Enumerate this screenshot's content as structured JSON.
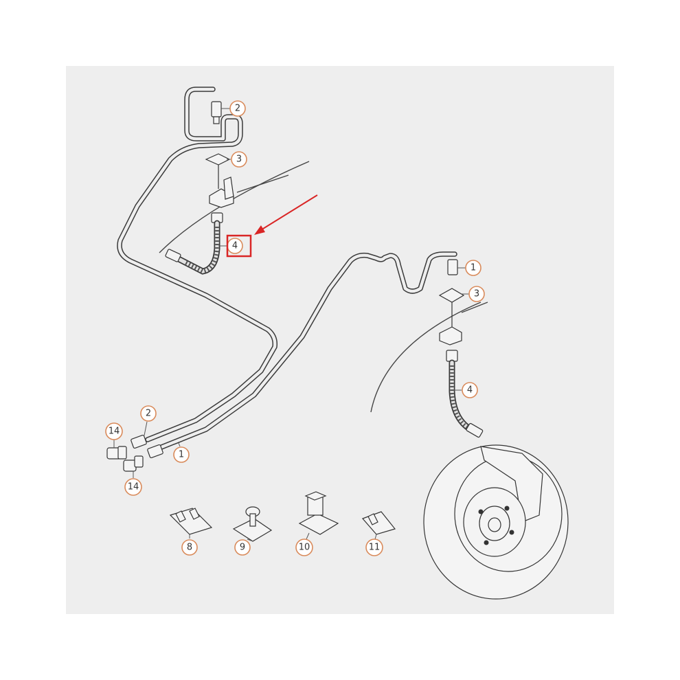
{
  "callouts": [
    {
      "id": "c2-top",
      "label": "2"
    },
    {
      "id": "c3-top",
      "label": "3"
    },
    {
      "id": "c4-left",
      "label": "4"
    },
    {
      "id": "c1-right",
      "label": "1"
    },
    {
      "id": "c3-right",
      "label": "3"
    },
    {
      "id": "c4-right",
      "label": "4"
    },
    {
      "id": "c14-top",
      "label": "14"
    },
    {
      "id": "c2-bottom",
      "label": "2"
    },
    {
      "id": "c1-bottom",
      "label": "1"
    },
    {
      "id": "c14-bottom",
      "label": "14"
    },
    {
      "id": "c8",
      "label": "8"
    },
    {
      "id": "c9",
      "label": "9"
    },
    {
      "id": "c10",
      "label": "10"
    },
    {
      "id": "c11",
      "label": "11"
    }
  ],
  "highlight": {
    "target": "c4-left",
    "color": "#d92525"
  },
  "colors": {
    "background": "#eeeeee",
    "outline": "#333333",
    "callout_ring": "#d98a5a",
    "arrow": "#d92525"
  }
}
